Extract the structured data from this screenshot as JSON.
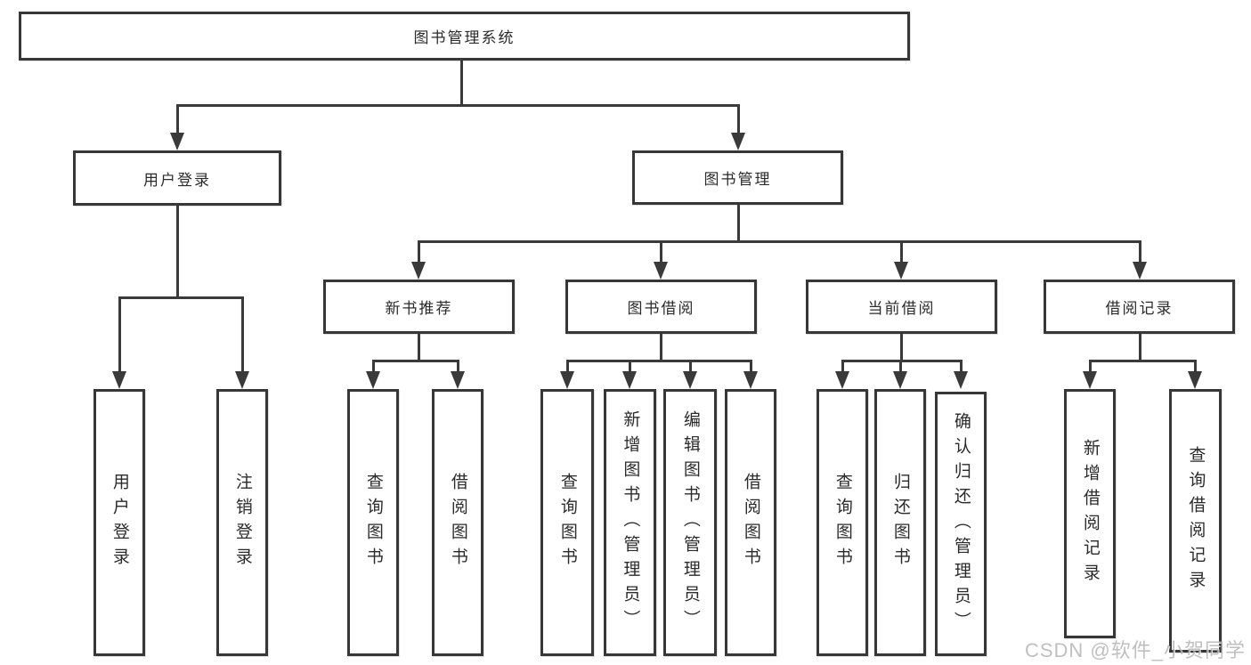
{
  "diagram": {
    "root": "图书管理系统",
    "level2": {
      "user_login": "用户登录",
      "book_mgmt": "图书管理"
    },
    "user_login_children": [
      "用户登录",
      "注销登录"
    ],
    "level3": [
      "新书推荐",
      "图书借阅",
      "当前借阅",
      "借阅记录"
    ],
    "new_book_children": [
      "查询图书",
      "借阅图书"
    ],
    "book_borrow_children": [
      "查询图书",
      "新增图书（管理员）",
      "编辑图书（管理员）",
      "借阅图书"
    ],
    "current_borrow_children": [
      "查询图书",
      "归还图书",
      "确认归还（管理员）"
    ],
    "borrow_record_children": [
      "新增借阅记录",
      "查询借阅记录"
    ]
  },
  "watermark": "CSDN @软件_小贺同学",
  "colors": {
    "line": "#3a3a3a",
    "border": "#373737",
    "text": "#2b2b2b",
    "background": "#ffffff",
    "watermark": "#b0b0b0"
  }
}
